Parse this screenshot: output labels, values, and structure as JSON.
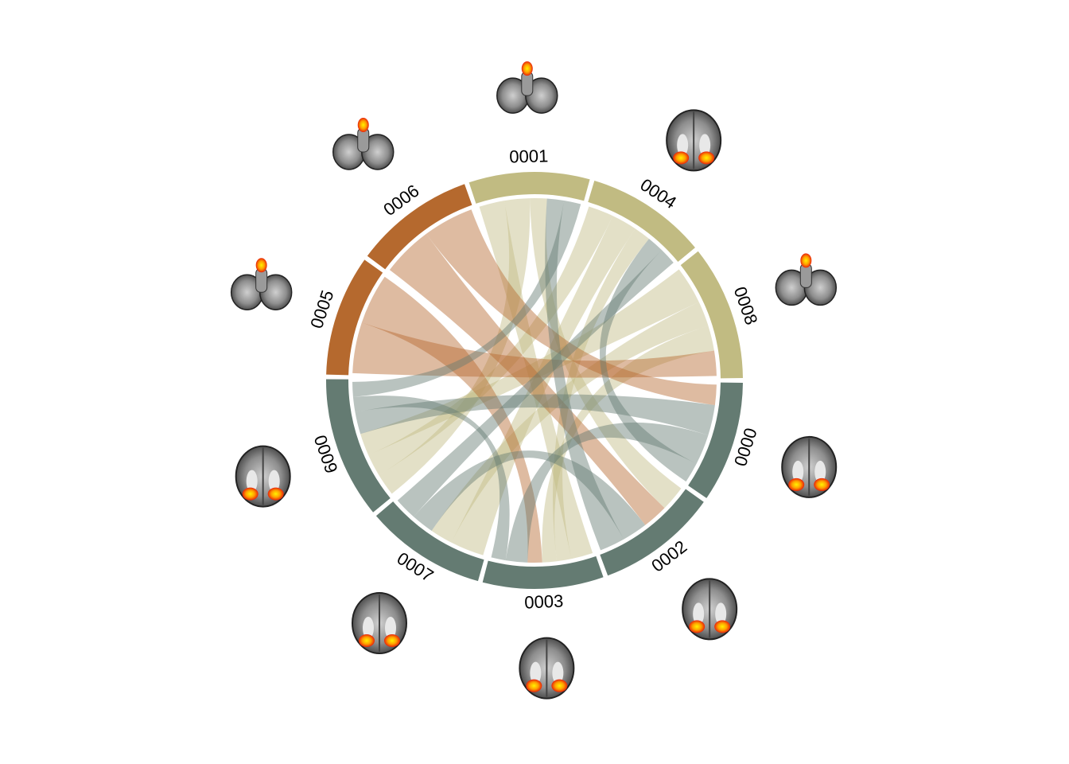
{
  "chart_data": {
    "type": "chord",
    "nodes": [
      {
        "id": "0000",
        "label": "0000",
        "group": "grey"
      },
      {
        "id": "0002",
        "label": "0002",
        "group": "grey"
      },
      {
        "id": "0003",
        "label": "0003",
        "group": "grey"
      },
      {
        "id": "0007",
        "label": "0007",
        "group": "grey"
      },
      {
        "id": "0009",
        "label": "0009",
        "group": "grey"
      },
      {
        "id": "0005",
        "label": "0005",
        "group": "orange"
      },
      {
        "id": "0006",
        "label": "0006",
        "group": "orange"
      },
      {
        "id": "0001",
        "label": "0001",
        "group": "khaki"
      },
      {
        "id": "0004",
        "label": "0004",
        "group": "khaki"
      },
      {
        "id": "0008",
        "label": "0008",
        "group": "khaki"
      }
    ],
    "links": [
      {
        "source": "0001",
        "target": "0003",
        "weight": 3
      },
      {
        "source": "0001",
        "target": "0009",
        "weight": 3
      },
      {
        "source": "0001",
        "target": "0002",
        "weight": 2
      },
      {
        "source": "0004",
        "target": "0009",
        "weight": 3
      },
      {
        "source": "0004",
        "target": "0007",
        "weight": 3
      },
      {
        "source": "0004",
        "target": "0003",
        "weight": 2
      },
      {
        "source": "0008",
        "target": "0009",
        "weight": 3
      },
      {
        "source": "0008",
        "target": "0007",
        "weight": 2
      },
      {
        "source": "0008",
        "target": "0003",
        "weight": 2
      },
      {
        "source": "0005",
        "target": "0008",
        "weight": 2
      },
      {
        "source": "0005",
        "target": "0003",
        "weight": 2
      },
      {
        "source": "0006",
        "target": "0002",
        "weight": 2
      },
      {
        "source": "0006",
        "target": "0000",
        "weight": 2
      },
      {
        "source": "0000",
        "target": "0009",
        "weight": 3
      },
      {
        "source": "0000",
        "target": "0003",
        "weight": 3
      },
      {
        "source": "0000",
        "target": "0004",
        "weight": 2
      },
      {
        "source": "0002",
        "target": "0007",
        "weight": 2
      },
      {
        "source": "0002",
        "target": "0001",
        "weight": 2
      },
      {
        "source": "0003",
        "target": "0009",
        "weight": 2
      },
      {
        "source": "0007",
        "target": "0004",
        "weight": 2
      },
      {
        "source": "0009",
        "target": "0001",
        "weight": 2
      }
    ]
  },
  "colors": {
    "grey": "#647b72",
    "orange": "#b5692e",
    "khaki": "#c1bb82",
    "background": "#ffffff"
  },
  "icons": [
    {
      "node": "0000",
      "name": "brain-axial-slice-icon"
    },
    {
      "node": "0002",
      "name": "brain-axial-slice-icon"
    },
    {
      "node": "0003",
      "name": "brain-axial-slice-icon"
    },
    {
      "node": "0007",
      "name": "brain-axial-slice-icon"
    },
    {
      "node": "0009",
      "name": "brain-axial-slice-icon"
    },
    {
      "node": "0005",
      "name": "brainstem-cerebellum-icon"
    },
    {
      "node": "0006",
      "name": "brainstem-cerebellum-icon"
    },
    {
      "node": "0001",
      "name": "brainstem-cerebellum-icon"
    },
    {
      "node": "0004",
      "name": "brain-axial-slice-icon"
    },
    {
      "node": "0008",
      "name": "brainstem-cerebellum-icon"
    }
  ]
}
